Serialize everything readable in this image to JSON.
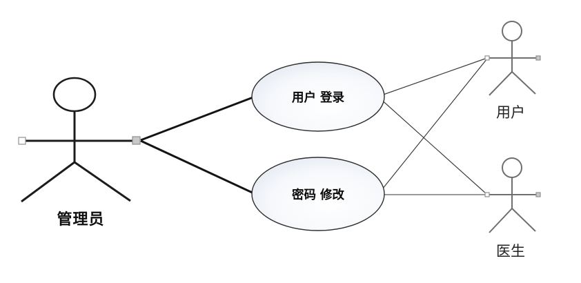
{
  "diagram_type": "uml-use-case",
  "actors": {
    "admin": {
      "label": "管理员",
      "position": "left"
    },
    "user": {
      "label": "用户",
      "position": "top-right"
    },
    "doctor": {
      "label": "医生",
      "position": "bottom-right"
    }
  },
  "use_cases": {
    "login": {
      "label": "用户 登录"
    },
    "password": {
      "label": "密码 修改"
    }
  },
  "connections": [
    {
      "from": "管理员",
      "to": "用户 登录",
      "style": "thick"
    },
    {
      "from": "管理员",
      "to": "密码 修改",
      "style": "thick"
    },
    {
      "from": "用户 登录",
      "to": "用户",
      "style": "thin"
    },
    {
      "from": "用户 登录",
      "to": "医生",
      "style": "thin"
    },
    {
      "from": "密码 修改",
      "to": "用户",
      "style": "thin"
    },
    {
      "from": "密码 修改",
      "to": "医生",
      "style": "thin-gray"
    }
  ],
  "colors": {
    "background": "#ffffff",
    "primary_actor_stroke": "#1c1c1c",
    "secondary_actor_stroke": "#6e6e6e",
    "ellipse_stroke": "#2d2d2d",
    "ellipse_fill_center": "#ffffff",
    "ellipse_fill_edge": "#dde3ee",
    "connector_thick": "#141414",
    "connector_thin": "#3c3c3c",
    "handle_fill": "#c9c9c9",
    "handle_border": "#8f8f8f"
  }
}
